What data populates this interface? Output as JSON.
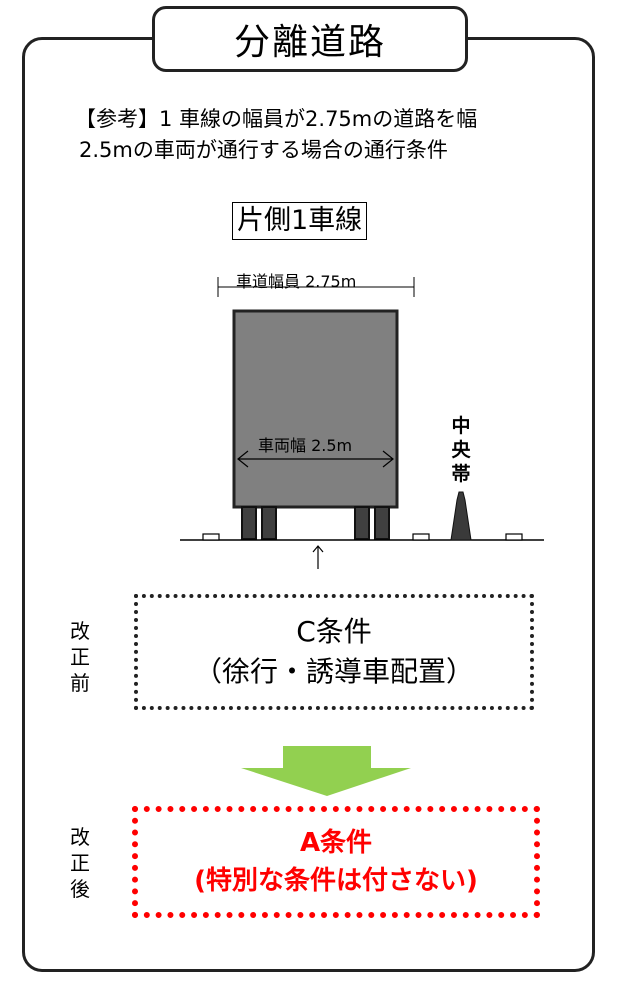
{
  "title": "分離道路",
  "note": {
    "line1": "【参考】1 車線の幅員が2.75mの道路を幅",
    "line2": "2.5mの車両が通行する場合の通行条件"
  },
  "lane_label": "片側1車線",
  "road_width_label": "車道幅員  2.75m",
  "vehicle_width_label": "車両幅  2.5m",
  "median_label": "中央帯",
  "before": {
    "side_label": "改正前",
    "condition": "C条件",
    "detail": "（徐行・誘導車配置）"
  },
  "after": {
    "side_label": "改正後",
    "condition": "A条件",
    "detail": "(特別な条件は付さない)"
  },
  "colors": {
    "arrow": "#92d050",
    "after_text": "#ff0000",
    "vehicle": "#808080"
  }
}
